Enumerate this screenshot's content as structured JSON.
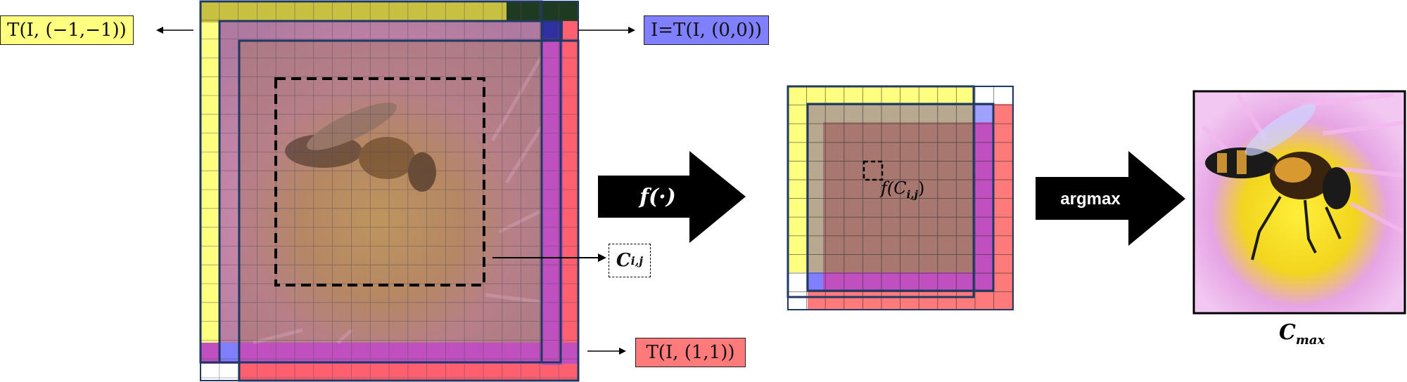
{
  "labels": {
    "shift_neg": "T(I, (−1,−1))",
    "identity": "I=T(I, (0,0))",
    "shift_pos": "T(I, (1,1))",
    "crop": "C",
    "crop_sub": "i,j",
    "f_op": "f(·)",
    "f_crop": "f(C",
    "f_crop_sub": "i,j",
    "f_crop_close": ")",
    "argmax": "argmax",
    "cmax": "C",
    "cmax_sub": "max"
  },
  "colors": {
    "yellow": "#ffff80",
    "blue_label": "#8080ff",
    "red_label": "#ff7b7b",
    "frame": "#1f3864",
    "arrow": "#000000"
  }
}
